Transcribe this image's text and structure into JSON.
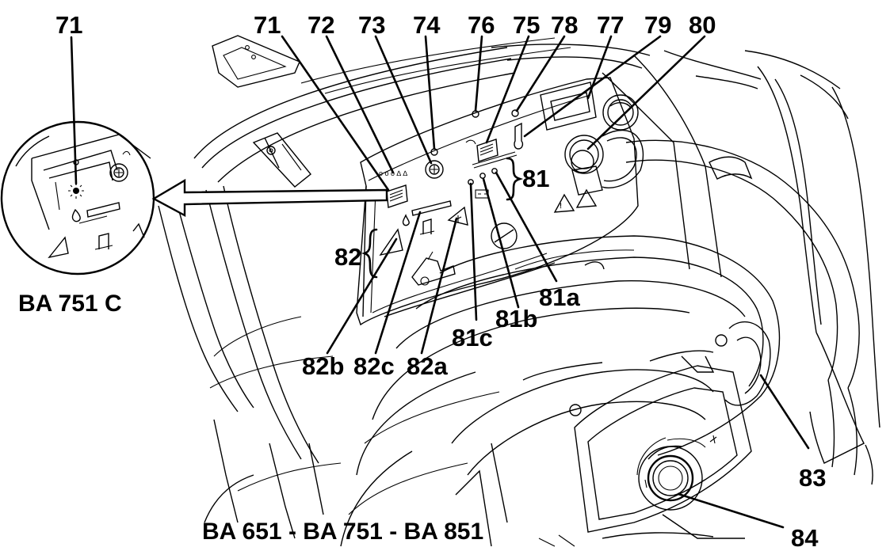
{
  "model_labels": {
    "detail": "BA 751 C",
    "main": "BA 651 - BA 751 - BA 851"
  },
  "callouts": {
    "c71_detail": "71",
    "c71": "71",
    "c72": "72",
    "c73": "73",
    "c74": "74",
    "c76": "76",
    "c75": "75",
    "c78": "78",
    "c77": "77",
    "c79": "79",
    "c80": "80",
    "c81": "81",
    "c81a": "81a",
    "c81b": "81b",
    "c81c": "81c",
    "c82": "82",
    "c82a": "82a",
    "c82b": "82b",
    "c82c": "82c",
    "c83": "83",
    "c84": "84"
  },
  "colors": {
    "line": "#000000",
    "background": "#ffffff"
  }
}
